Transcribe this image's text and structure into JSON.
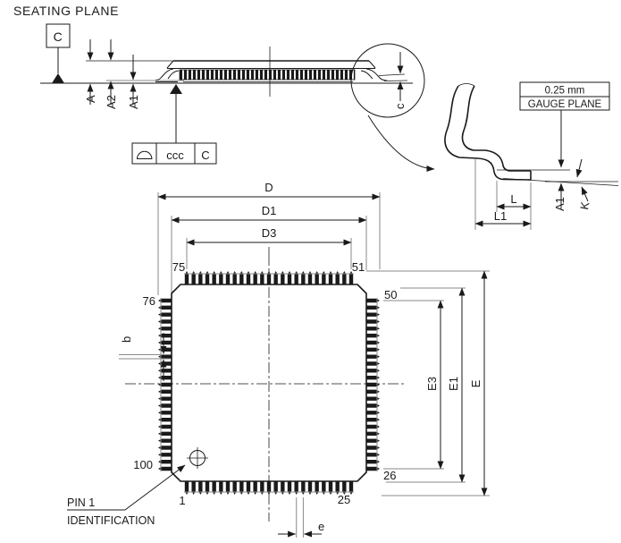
{
  "labels": {
    "seating_plane": "SEATING PLANE",
    "datum_c": "C",
    "dim_a": "A",
    "dim_a2": "A2",
    "dim_a1": "A1",
    "tol_value": "ccc",
    "tol_datum": "C",
    "dim_c": "c",
    "gauge_value": "0.25 mm",
    "gauge_plane": "GAUGE PLANE",
    "dim_l": "L",
    "dim_l1": "L1",
    "dim_a1_detail": "A1",
    "dim_k": "K",
    "dim_d": "D",
    "dim_d1": "D1",
    "dim_d3": "D3",
    "dim_e": "E",
    "dim_e1": "E1",
    "dim_e3": "E3",
    "dim_b": "b",
    "dim_pitch_e": "e",
    "pin1_id_line1": "PIN 1",
    "pin1_id_line2": "IDENTIFICATION"
  },
  "pin_numbers": {
    "top_left": "75",
    "top_right": "51",
    "left_top": "76",
    "right_top": "50",
    "left_bottom": "100",
    "right_bottom": "26",
    "bottom_left": "1",
    "bottom_right": "25"
  },
  "package": {
    "pins_per_side": 25,
    "total_pins": 100
  },
  "colors": {
    "line": "#1a1a1a",
    "extension": "#8a8a8a",
    "background": "#ffffff"
  }
}
